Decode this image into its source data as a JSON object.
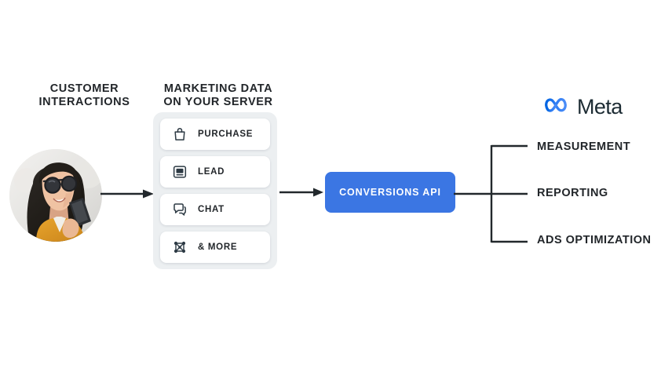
{
  "diagram": {
    "title": "Meta Conversions API data flow",
    "colors": {
      "accent_blue": "#3b76e3",
      "meta_blue": "#0081fb",
      "text_dark": "#22262a",
      "panel_gray": "#eceff1",
      "card_white": "#ffffff",
      "line_dark": "#22282c"
    }
  },
  "customer": {
    "title_line1": "CUSTOMER",
    "title_line2": "INTERACTIONS",
    "avatar_alt": "Smiling woman wearing sunglasses and a yellow jacket holding a phone"
  },
  "server": {
    "title_line1": "MARKETING DATA",
    "title_line2": "ON YOUR SERVER",
    "items": [
      {
        "label": "PURCHASE",
        "icon": "shopping-bag-icon"
      },
      {
        "label": "LEAD",
        "icon": "form-monitor-icon"
      },
      {
        "label": "CHAT",
        "icon": "chat-bubble-icon"
      },
      {
        "label": "& MORE",
        "icon": "nodes-network-icon"
      }
    ]
  },
  "api": {
    "label": "CONVERSIONS API"
  },
  "meta": {
    "wordmark": "Meta",
    "glyph": "meta-infinity-icon"
  },
  "outcomes": [
    {
      "label": "MEASUREMENT"
    },
    {
      "label": "REPORTING"
    },
    {
      "label": "ADS OPTIMIZATION"
    }
  ],
  "connectors": {
    "arrow1": "arrow-right-icon",
    "arrow2": "arrow-right-icon",
    "bracket": "bracket-three-branch"
  }
}
